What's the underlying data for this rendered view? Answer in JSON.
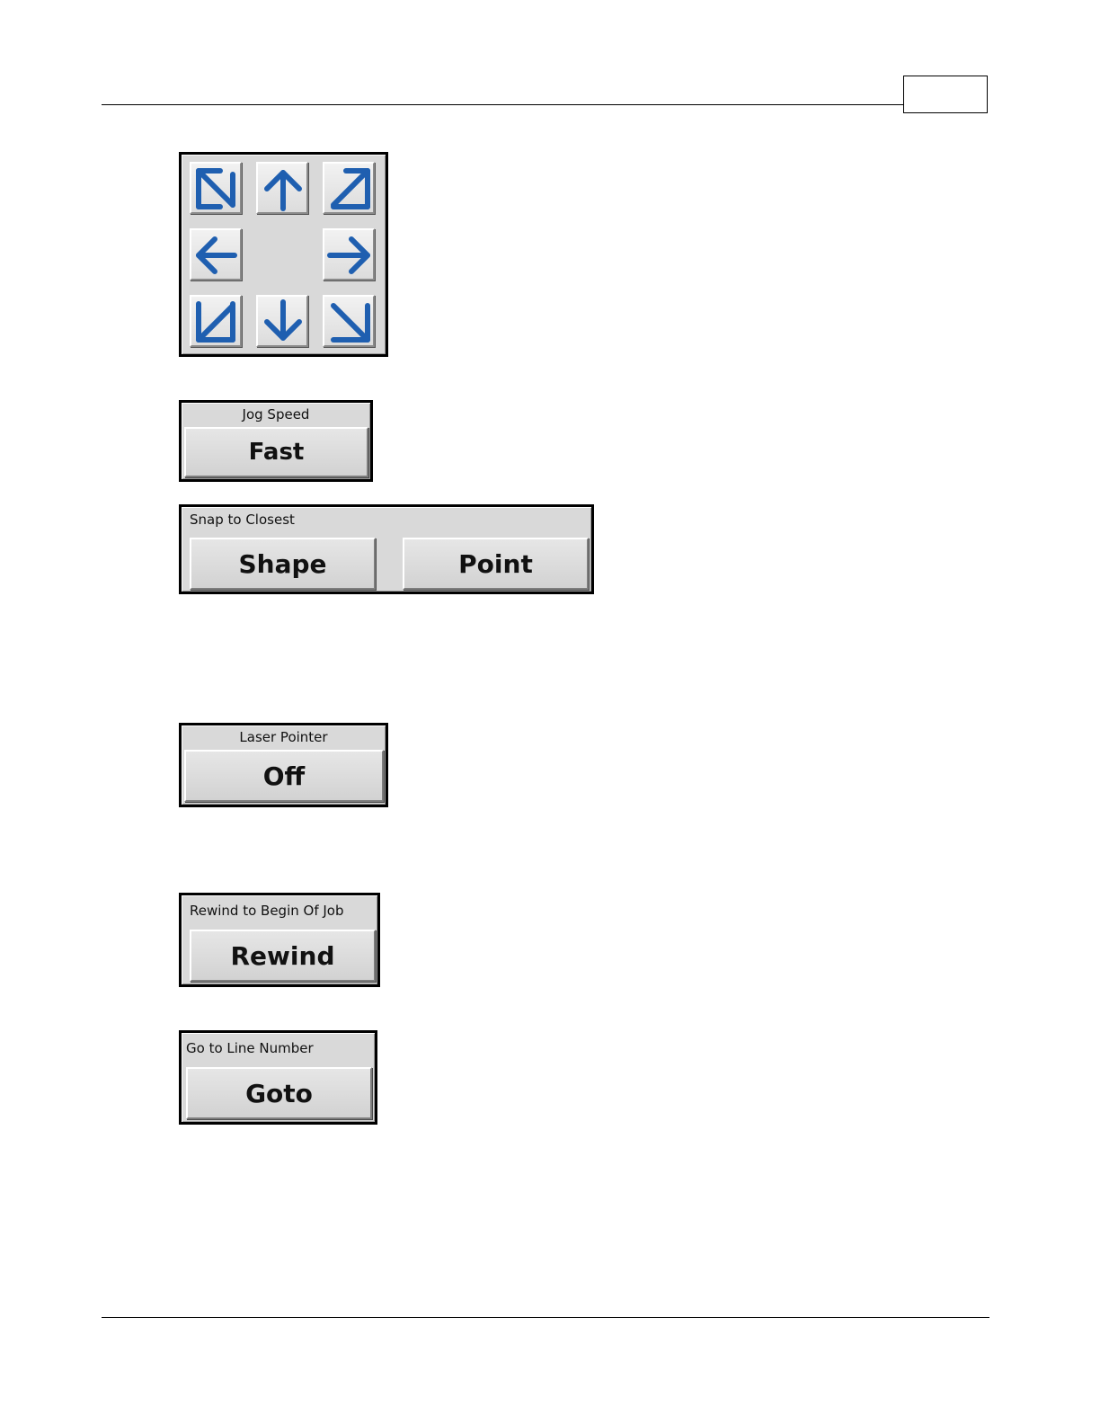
{
  "jog_pad": {
    "buttons": [
      {
        "name": "jog-up-left-button",
        "icon": "arrow-up-left-icon"
      },
      {
        "name": "jog-up-button",
        "icon": "arrow-up-icon"
      },
      {
        "name": "jog-up-right-button",
        "icon": "arrow-up-right-icon"
      },
      {
        "name": "jog-left-button",
        "icon": "arrow-left-icon"
      },
      {
        "name": "jog-right-button",
        "icon": "arrow-right-icon"
      },
      {
        "name": "jog-down-left-button",
        "icon": "arrow-down-left-icon"
      },
      {
        "name": "jog-down-button",
        "icon": "arrow-down-icon"
      },
      {
        "name": "jog-down-right-button",
        "icon": "arrow-down-right-icon"
      }
    ],
    "arrow_color": "#1f5fb0"
  },
  "jog_speed": {
    "label": "Jog Speed",
    "button": "Fast"
  },
  "snap": {
    "label": "Snap to Closest",
    "shape_button": "Shape",
    "point_button": "Point"
  },
  "laser_pointer": {
    "label": "Laser Pointer",
    "button": "Off"
  },
  "rewind": {
    "label": "Rewind to Begin Of Job",
    "button": "Rewind"
  },
  "goto_line": {
    "label": "Go to Line Number",
    "button": "Goto"
  }
}
